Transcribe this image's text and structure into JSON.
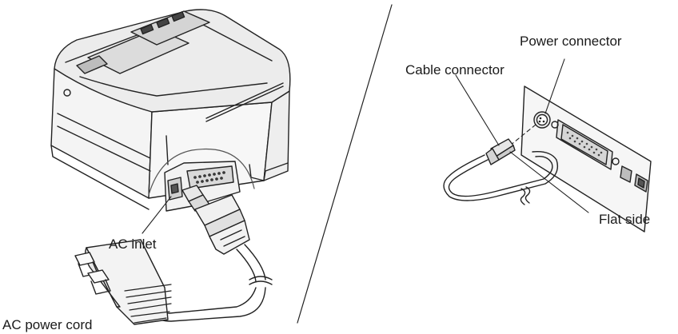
{
  "labels": {
    "power_connector": "Power connector",
    "cable_connector": "Cable connector",
    "flat_side": "Flat side",
    "ac_inlet": "AC inlet",
    "ac_power_cord": "AC power cord"
  }
}
